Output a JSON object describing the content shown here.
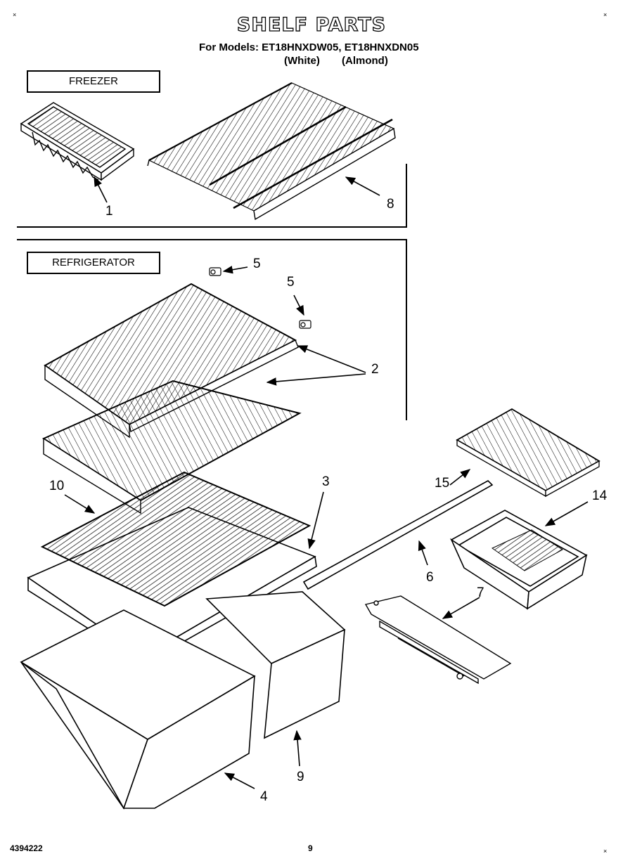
{
  "title": "SHELF PARTS",
  "models_line": "For Models: ET18HNXDW05, ET18HNXDN05",
  "color_white": "(White)",
  "color_almond": "(Almond)",
  "sections": {
    "freezer": "FREEZER",
    "refrigerator": "REFRIGERATOR"
  },
  "callouts": {
    "p1": "1",
    "p8": "8",
    "p5a": "5",
    "p5b": "5",
    "p2": "2",
    "p3": "3",
    "p10": "10",
    "p15": "15",
    "p14": "14",
    "p6": "6",
    "p7": "7",
    "p9": "9",
    "p4": "4"
  },
  "footer": {
    "doc_number": "4394222",
    "page_number": "9"
  },
  "corner_mark": "×"
}
